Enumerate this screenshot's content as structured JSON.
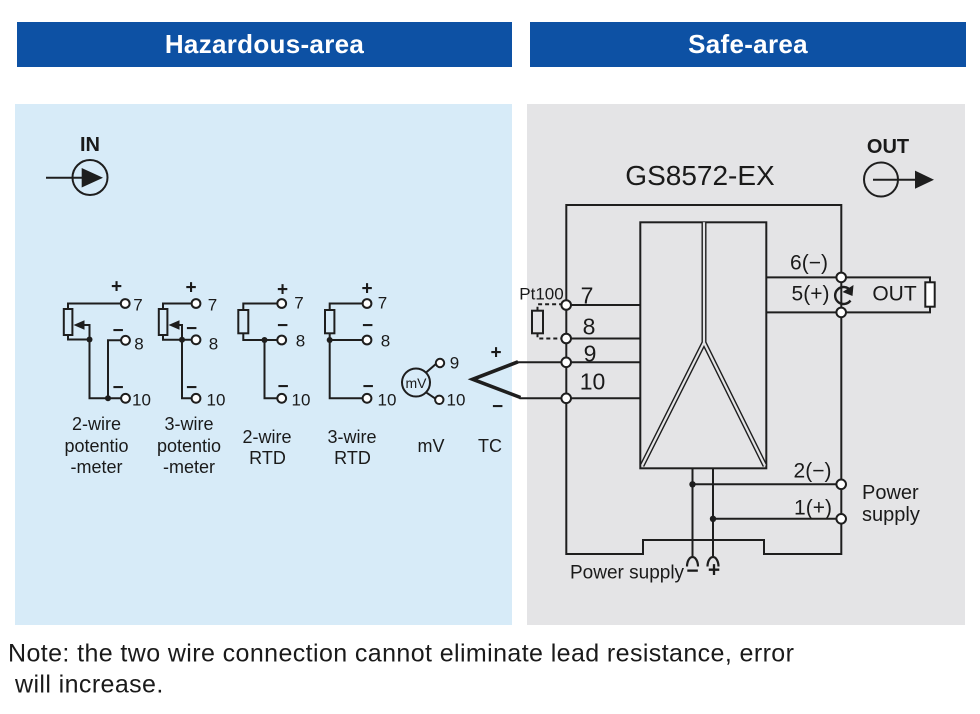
{
  "colors": {
    "header_blue": "#0d51a4",
    "hazardous_bg": "#d7ebf8",
    "safe_bg": "#e4e4e6",
    "line": "#1e1e1e"
  },
  "header": {
    "hazardous": "Hazardous-area",
    "safe": "Safe-area"
  },
  "hazardous": {
    "in_label": "IN",
    "pot2": {
      "plus": "+",
      "t7": "7",
      "minus8": "−",
      "t8": "8",
      "minus10": "−",
      "t10": "10",
      "cap1": "2-wire",
      "cap2": "potentio",
      "cap3": "-meter"
    },
    "pot3": {
      "plus": "+",
      "t7": "7",
      "minus8": "−",
      "t8": "8",
      "minus10": "−",
      "t10": "10",
      "cap1": "3-wire",
      "cap2": "potentio",
      "cap3": "-meter"
    },
    "rtd2": {
      "plus": "+",
      "t7": "7",
      "minus8": "−",
      "t8": "8",
      "minus10": "−",
      "t10": "10",
      "cap1": "2-wire",
      "cap2": "RTD"
    },
    "rtd3": {
      "plus": "+",
      "t7": "7",
      "minus8": "−",
      "t8": "8",
      "minus10": "−",
      "t10": "10",
      "cap1": "3-wire",
      "cap2": "RTD"
    },
    "mv": {
      "symbol": "mV",
      "t9": "9",
      "t10": "10",
      "cap": "mV"
    },
    "tc": {
      "plus": "+",
      "minus": "−",
      "cap": "TC"
    }
  },
  "safe": {
    "device": "GS8572-EX",
    "out_label": "OUT",
    "pt100": "Pt100",
    "t7": "7",
    "t8": "8",
    "t9": "9",
    "t10": "10",
    "term6": "6(−)",
    "term5": "5(+)",
    "out_load": "OUT",
    "term2": "2(−)",
    "term1": "1(+)",
    "ps_line1": "Power",
    "ps_line2": "supply",
    "ps_bottom": "Power supply",
    "ps_minus": "−",
    "ps_plus": "+"
  },
  "note": {
    "line1": "Note: the two wire connection cannot eliminate lead resistance, error",
    "line2": "will increase."
  }
}
